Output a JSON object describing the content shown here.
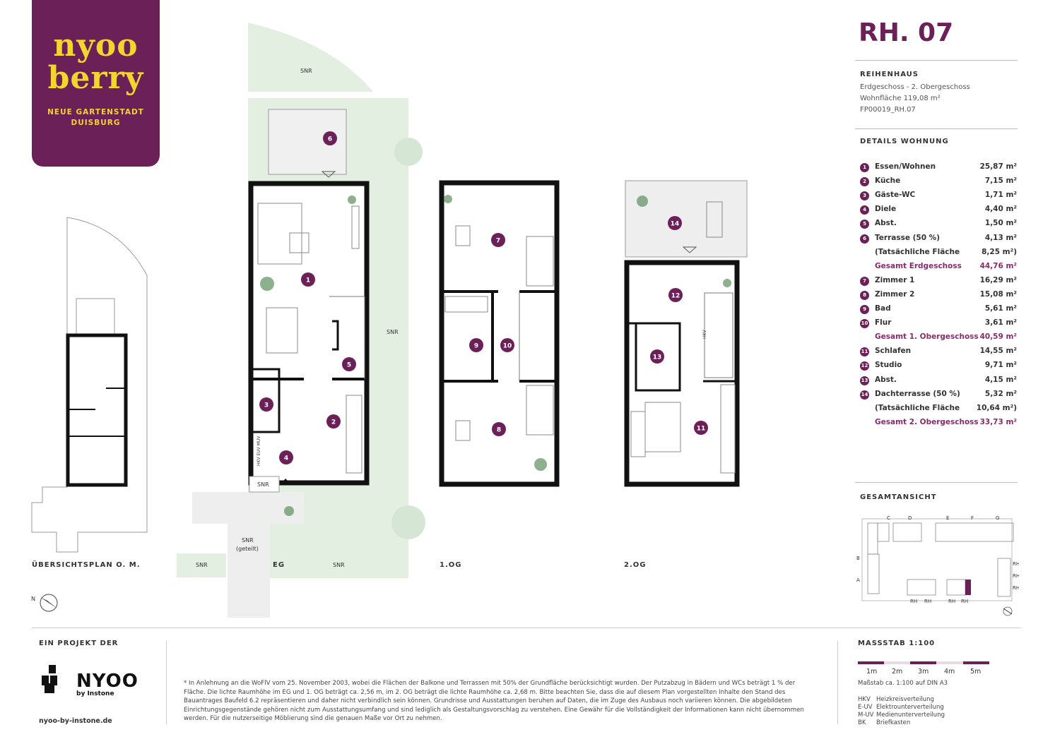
{
  "logo": {
    "line1": "nyoo",
    "line2": "berry",
    "sub1": "NEUE GARTENSTADT",
    "sub2": "DUISBURG"
  },
  "unit": {
    "title": "RH. 07",
    "type": "REIHENHAUS",
    "floors": "Erdgeschoss - 2. Obergeschoss",
    "area": "Wohnfläche 119,08 m²",
    "code": "FP00019_RH.07"
  },
  "details_heading": "DETAILS WOHNUNG",
  "rooms": [
    {
      "num": "1",
      "name": "Essen/Wohnen",
      "area": "25,87  m²"
    },
    {
      "num": "2",
      "name": "Küche",
      "area": "7,15  m²"
    },
    {
      "num": "3",
      "name": "Gäste-WC",
      "area": "1,71  m²"
    },
    {
      "num": "4",
      "name": "Diele",
      "area": "4,40  m²"
    },
    {
      "num": "5",
      "name": "Abst.",
      "area": "1,50  m²"
    },
    {
      "num": "6",
      "name": "Terrasse (50 %)",
      "area": "4,13  m²"
    },
    {
      "num": "",
      "name": "(Tatsächliche Fläche",
      "area": "8,25 m²)"
    },
    {
      "num": "",
      "name": "Gesamt Erdgeschoss",
      "area": "44,76  m²",
      "total": true
    },
    {
      "num": "7",
      "name": "Zimmer 1",
      "area": "16,29  m²"
    },
    {
      "num": "8",
      "name": "Zimmer 2",
      "area": "15,08  m²"
    },
    {
      "num": "9",
      "name": "Bad",
      "area": "5,61  m²"
    },
    {
      "num": "10",
      "name": "Flur",
      "area": "3,61  m²"
    },
    {
      "num": "",
      "name": "Gesamt 1. Obergeschoss",
      "area": "40,59  m²",
      "total": true
    },
    {
      "num": "11",
      "name": "Schlafen",
      "area": "14,55  m²"
    },
    {
      "num": "12",
      "name": "Studio",
      "area": "9,71  m²"
    },
    {
      "num": "13",
      "name": "Abst.",
      "area": "4,15  m²"
    },
    {
      "num": "14",
      "name": "Dachterrasse (50 %)",
      "area": "5,32  m²"
    },
    {
      "num": "",
      "name": "(Tatsächliche Fläche",
      "area": "10,64 m²)"
    },
    {
      "num": "",
      "name": "Gesamt 2. Obergeschoss",
      "area": "33,73  m²",
      "total": true
    }
  ],
  "overview_heading": "GESAMTANSICHT",
  "overview": {
    "col_labels": [
      "C",
      "D",
      "E",
      "F",
      "G"
    ],
    "row_labels": [
      "B",
      "A"
    ],
    "rh": "RH"
  },
  "plans": {
    "overview_label": "ÜBERSICHTSPLAN O. M.",
    "eg_label": "EG",
    "og1_label": "1.OG",
    "og2_label": "2.OG",
    "snr": "SNR",
    "snr_shared_1": "SNR",
    "snr_shared_2": "(geteilt)",
    "hkv": "HKV",
    "meters": "HKV EUV MUV",
    "north": "N"
  },
  "footer": {
    "project_heading": "EIN PROJEKT DER",
    "brand": "NYOO",
    "brand_sub": "by Instone",
    "url": "nyoo-by-instone.de",
    "disclaimer": "* In Anlehnung an die WoFlV vom 25. November 2003, wobei die Flächen der Balkone und Terrassen mit 50% der Grundfläche berücksichtigt wurden. Der Putzabzug in Bädern und WCs beträgt 1 % der Fläche. Die lichte Raumhöhe im EG und 1. OG beträgt ca. 2,56 m, im 2. OG beträgt die lichte Raumhöhe ca. 2,68 m. Bitte beachten Sie, dass die auf diesem Plan vorgestellten Inhalte den Stand des Bauantrages Baufeld 6.2 repräsentieren und daher nicht verbindlich sein können. Grundrisse und Ausstattungen beruhen auf Daten, die im Zuge des Ausbaus noch variieren können. Die abgebildeten Einrichtungsgegenstände gehören nicht zum Ausstattungsumfang und sind lediglich als Gestaltungsvorschlag zu verstehen. Eine Gewähr für die Vollständigkeit der Informationen kann nicht übernommen werden. Für die nutzerseitige Möblierung sind die genauen Maße vor Ort zu nehmen.",
    "scale_heading": "MASSSTAB 1:100",
    "scale_marks": [
      "1m",
      "2m",
      "3m",
      "4m",
      "5m"
    ],
    "scale_note": "Maßstab ca. 1:100 auf DIN A3",
    "legend": [
      {
        "abbr": "HKV",
        "text": "Heizkreisverteilung"
      },
      {
        "abbr": "E-UV",
        "text": "Elektrounterverteilung"
      },
      {
        "abbr": "M-UV",
        "text": "Medienunterverteilung"
      },
      {
        "abbr": "BK",
        "text": "Briefkasten"
      }
    ]
  },
  "colors": {
    "brand": "#6b2158",
    "accent": "#f2d52d",
    "garden": "#e3efe1",
    "plant": "#5d8f5f"
  }
}
